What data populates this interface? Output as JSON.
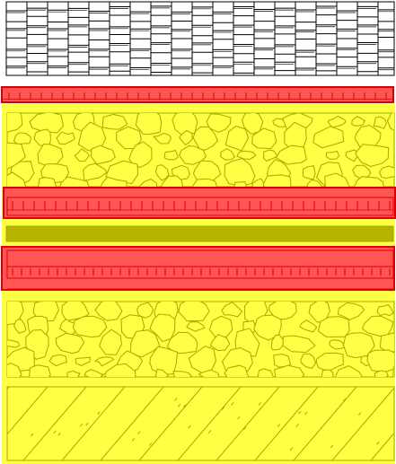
{
  "diagram": {
    "kind": "layered material cross-section",
    "layers": [
      {
        "id": "masonry",
        "pattern": "stone-block-masonry",
        "fill": "#ffffff",
        "stroke": "#000000"
      },
      {
        "id": "brick-band-top",
        "pattern": "brick-ticks",
        "fill": "#ff5555",
        "stroke": "#dd0000"
      },
      {
        "id": "rubble-upper",
        "pattern": "rubble-stones",
        "fill": "#ffff44",
        "stroke": "#a8a800"
      },
      {
        "id": "brick-band-middle",
        "pattern": "brick-ticks",
        "fill": "#ff5555",
        "stroke": "#dd0000"
      },
      {
        "id": "olive-strip",
        "pattern": "solid",
        "fill": "#b5b500",
        "stroke": "#8f8f00"
      },
      {
        "id": "brick-band-double",
        "pattern": "brick-ticks",
        "fill": "#ff5555",
        "stroke": "#dd0000"
      },
      {
        "id": "rubble-lower",
        "pattern": "rubble-stones",
        "fill": "#ffff44",
        "stroke": "#a8a800"
      },
      {
        "id": "hatched-base",
        "pattern": "diagonal-hatch",
        "fill": "#ffff44",
        "stroke": "#a8a800"
      }
    ],
    "colors": {
      "background": "#ffffff",
      "yellow_fill": "#ffff44",
      "yellow_stroke": "#a8a800",
      "red_fill": "#ff5555",
      "red_stroke": "#dd0000",
      "olive_fill": "#b5b500",
      "black": "#000000"
    }
  }
}
